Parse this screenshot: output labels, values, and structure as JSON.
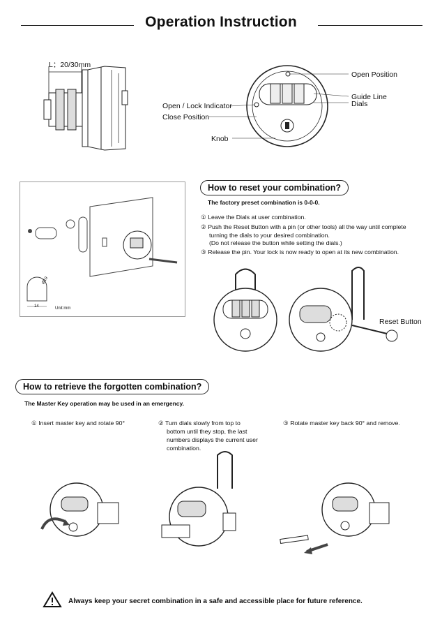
{
  "header": {
    "title": "Operation Instruction"
  },
  "top_diagram": {
    "length_label": "L：20/30mm",
    "open_position": "Open Position",
    "guide_line": "Guide Line",
    "dials": "Dials",
    "open_lock_indicator": "Open / Lock Indicator",
    "close_position": "Close Position",
    "knob": "Knob"
  },
  "install_diagram": {
    "dim_value": "14",
    "unit": "Unit:mm",
    "dia_value": "Ø19"
  },
  "reset": {
    "heading": "How to reset your combination?",
    "factory": "The factory preset combination is 0-0-0.",
    "step1": "① Leave the Dials at user combination.",
    "step2_line1": "② Push the Reset Button with a pin (or other tools) all the way until complete",
    "step2_line2": "turning the dials to your desired combination.",
    "step2_line3": "(Do not release the button while setting the dials.)",
    "step3": "③ Release the pin. Your lock is now ready to open at its new combination.",
    "reset_button_label": "Reset Button"
  },
  "retrieve": {
    "heading": "How to retrieve the forgotten combination?",
    "note": "The Master Key operation may be used in an emergency.",
    "step1": "① Insert master key and rotate 90°",
    "step2_line1": "② Turn dials slowly from top to",
    "step2_line2": "bottom until they stop, the last",
    "step2_line3": "numbers displays the current user",
    "step2_line4": "combination.",
    "step3": "③ Rotate master key back 90° and remove."
  },
  "footer": {
    "warning": "Always keep your secret combination in a safe and accessible place for future reference."
  }
}
